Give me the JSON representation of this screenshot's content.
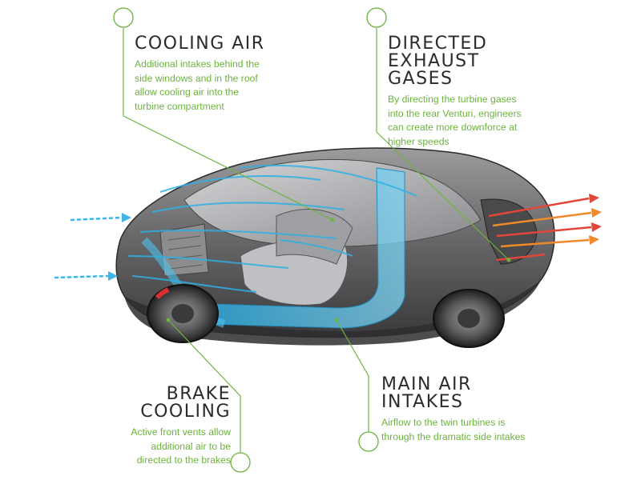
{
  "colors": {
    "accent_green": "#6db33f",
    "airflow_blue": "#3fb6e6",
    "exhaust_red": "#e2463a",
    "exhaust_orange": "#f08a2a",
    "car_body": "#6e6e70",
    "title_text": "#2b2b2b"
  },
  "callouts": {
    "cooling_air": {
      "title_lines": [
        "COOLING AIR"
      ],
      "desc_lines": [
        "Additional intakes behind the",
        "side windows and in the roof",
        "allow cooling air into the",
        "turbine compartment"
      ]
    },
    "directed_exhaust": {
      "title_lines": [
        "DIRECTED",
        "EXHAUST",
        "GASES"
      ],
      "desc_lines": [
        "By directing the turbine gases",
        "into the rear Venturi, engineers",
        "can create more downforce at",
        "higher speeds"
      ]
    },
    "brake_cooling": {
      "title_lines": [
        "BRAKE",
        "COOLING"
      ],
      "desc_lines": [
        "Active front vents allow",
        "additional air to be",
        "directed to the brakes"
      ]
    },
    "main_air_intakes": {
      "title_lines": [
        "MAIN AIR",
        "INTAKES"
      ],
      "desc_lines": [
        "Airflow to the twin turbines is",
        "through the dramatic side intakes"
      ]
    }
  }
}
